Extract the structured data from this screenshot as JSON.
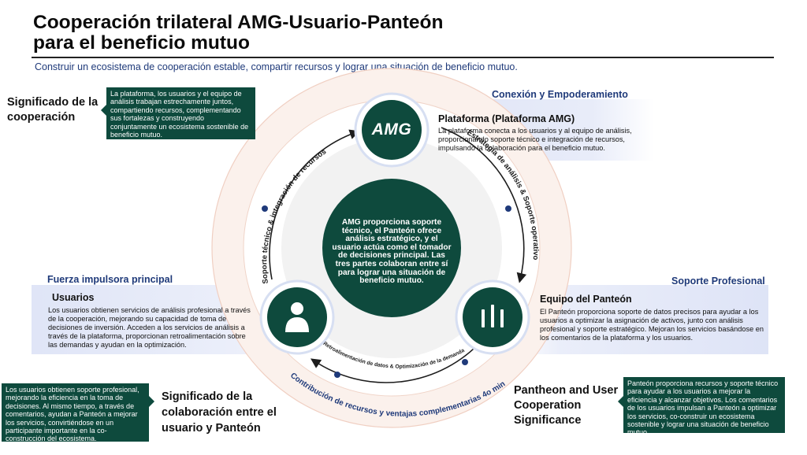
{
  "header": {
    "title_line1": "Cooperación trilateral AMG-Usuario-Panteón",
    "title_line2": "para el beneficio mutuo",
    "subtitle": "Construir un ecosistema de cooperación estable, compartir recursos y lograr una situación de beneficio mutuo."
  },
  "cooperation_meaning": {
    "title_line1": "Significado de la",
    "title_line2": "cooperación",
    "text": "La plataforma, los usuarios y el equipo de análisis trabajan estrechamente juntos, compartiendo recursos, complementando sus fortalezas y construyendo conjuntamente un ecosistema sostenible de beneficio mutuo."
  },
  "top_label": "Conexión y Empoderamiento",
  "platform": {
    "logo_text": "AMG",
    "title": "Plataforma (Plataforma AMG)",
    "text": "La plataforma conecta a los usuarios y al equipo de análisis, proporcionando soporte técnico e integración de recursos, impulsando la colaboración para el beneficio mutuo."
  },
  "left_label": "Fuerza impulsora principal",
  "users": {
    "title": "Usuarios",
    "text": "Los usuarios obtienen servicios de análisis profesional a través de la cooperación, mejorando su capacidad de toma de decisiones de inversión. Acceden a los servicios de análisis a través de la plataforma, proporcionan retroalimentación sobre las demandas y ayudan en la optimización."
  },
  "right_label": "Soporte Profesional",
  "pantheon": {
    "title": "Equipo del Panteón",
    "text": "El Panteón proporciona soporte de datos precisos para ayudar a los usuarios a optimizar la asignación de activos, junto con análisis profesional y soporte estratégico. Mejoran los servicios basándose en los comentarios de la plataforma y los usuarios."
  },
  "center": {
    "text": "AMG proporciona soporte técnico, el Panteón ofrece análisis estratégico, y el usuario actúa como el tomador de decisiones principal. Las tres partes colaboran entre sí para lograr una situación de beneficio mutuo."
  },
  "arcs": {
    "left": "Soporte técnico & integración de recursos",
    "right": "Estrategia de análisis & Soporte operativo",
    "bottom_inner": "Retroalimentación de datos & Optimización de la demanda",
    "bottom_outer": "Contribución de recursos y ventajas complementarias 4o mini"
  },
  "user_pantheon_meaning": {
    "title_line1": "Significado de la",
    "title_line2": "colaboración entre el",
    "title_line3": "usuario y Panteón",
    "text": "Los usuarios obtienen soporte profesional, mejorando la eficiencia en la toma de decisiones. Al mismo tiempo, a través de comentarios, ayudan a Panteón a mejorar los servicios, convirtiéndose en un participante importante en la co-construcción del ecosistema."
  },
  "pantheon_user_meaning": {
    "title_line1": "Pantheon and User",
    "title_line2": "Cooperation",
    "title_line3": "Significance",
    "text": "Panteón proporciona recursos y soporte técnico para ayudar a los usuarios a mejorar la eficiencia y alcanzar objetivos. Los comentarios de los usuarios impulsan a Panteón a optimizar los servicios, co-construir un ecosistema sostenible y lograr una situación de beneficio mutuo."
  },
  "colors": {
    "dark_green": "#0e4a3d",
    "navy": "#1f3a7a",
    "band": "#dce2f6",
    "ring": "#f6e6df"
  },
  "icons": [
    "amg-logo-icon",
    "user-icon",
    "pantheon-bars-icon"
  ]
}
